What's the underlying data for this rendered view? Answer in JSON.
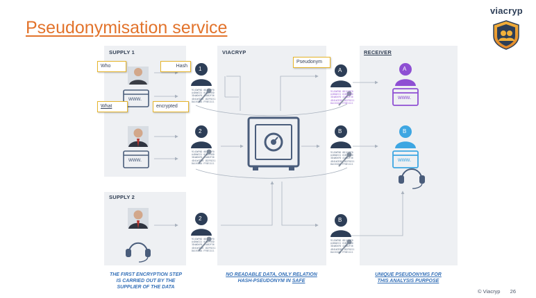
{
  "slide": {
    "title": "Pseudonymisation service",
    "brand": "viacryp",
    "footer_copyright": "© Viacryp",
    "footer_page": "26"
  },
  "panels": {
    "supply1_label": "SUPPLY 1",
    "supply2_label": "SUPPLY 2",
    "viacryp_label": "VIACRYP",
    "receiver_label": "RECEIVER"
  },
  "callouts": {
    "who": "Who",
    "hash": "Hash",
    "what": "What",
    "encrypted": "encrypted",
    "pseudonym": "Pseudonym"
  },
  "tokens": {
    "one": "1",
    "two": "2",
    "a": "A",
    "b": "B",
    "www": "www."
  },
  "hash_block": "9143#P4D 0D1229F0\nA4D6#221 01B2F05D\n3D4#D4F0 41AB2F36\n4D41#CD36 1D2F0211\nDA15CD4A FF8E1111",
  "captions": {
    "supply_line1": "THE FIRST ENCRYPTION STEP",
    "supply_line2": "IS CARRIED OUT BY THE",
    "supply_line3": "SUPPLIER OF THE DATA",
    "viacryp_line1": "NO READABLE DATA, ONLY RELATION",
    "viacryp_line2_a": "HASH-PSEUDONYM IN ",
    "viacryp_line2_b": "SAFE",
    "receiver_line1": "UNIQUE PSEUDONYMS FOR",
    "receiver_line2": "THIS ANALYSIS PURPOSE"
  },
  "colors": {
    "title": "#e2732b",
    "person_dark": "#2d3e57",
    "person_blue": "#3da6e2",
    "person_purple": "#8e4fd3",
    "callout_border": "#e6b52b",
    "caption": "#3470b8"
  },
  "icons": [
    "person-icon",
    "browser-www-icon",
    "headset-icon",
    "key-icon",
    "safe-icon",
    "arrow-icon",
    "viacryp-badge-icon"
  ]
}
